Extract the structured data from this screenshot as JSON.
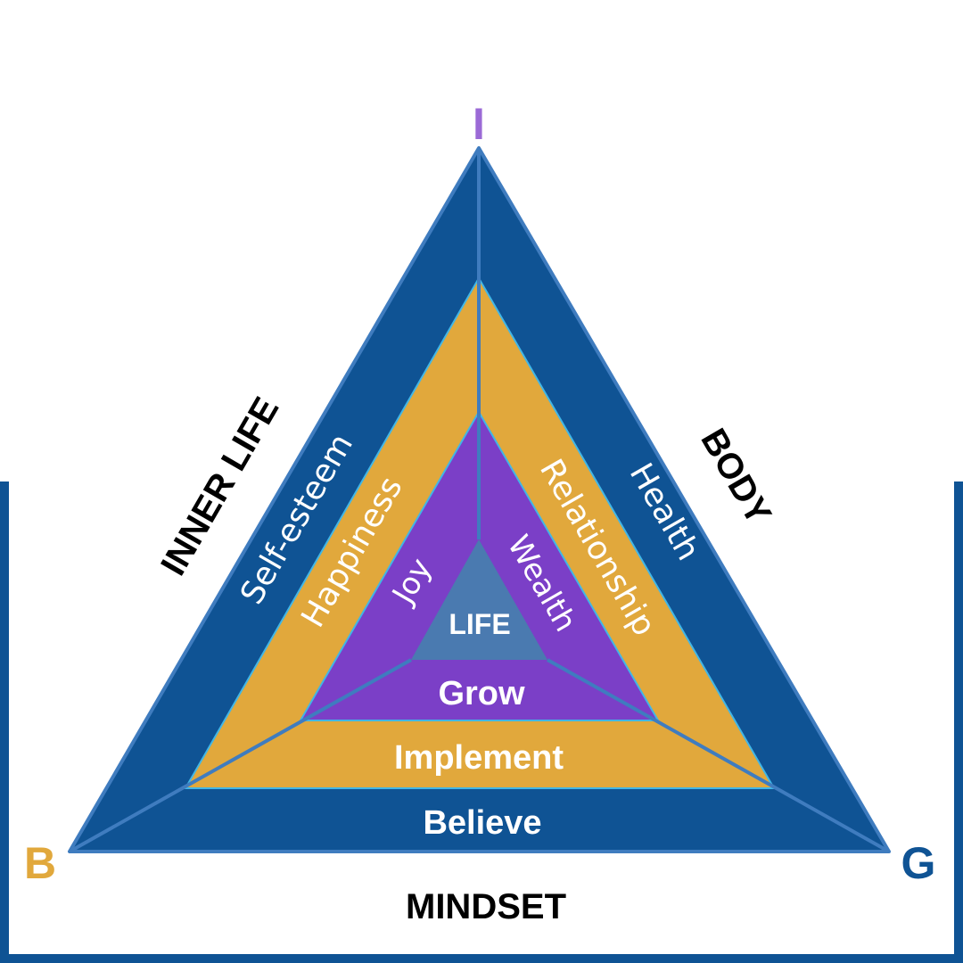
{
  "colors": {
    "outer": "#0f5394",
    "middle": "#e1a83c",
    "inner": "#7b3fc7",
    "core": "#4a7ab0",
    "edge": "#3f7cbf",
    "innerEdge": "#41b6e6",
    "letterI": "#9b6ad6",
    "letterB": "#e1a83c",
    "letterG": "#0f5394",
    "text": "#ffffff",
    "sideText": "#000000"
  },
  "corners": {
    "top": "I",
    "left": "B",
    "right": "G"
  },
  "sides": {
    "left": "INNER LIFE",
    "right": "BODY",
    "bottom": "MINDSET"
  },
  "outer": {
    "left": "Self-esteem",
    "right": "Health",
    "bottom": "Believe"
  },
  "middle": {
    "left": "Happiness",
    "right": "Relationship",
    "bottom": "Implement"
  },
  "inner": {
    "left": "Joy",
    "right": "Wealth",
    "bottom": "Grow"
  },
  "core": {
    "label": "LIFE"
  }
}
